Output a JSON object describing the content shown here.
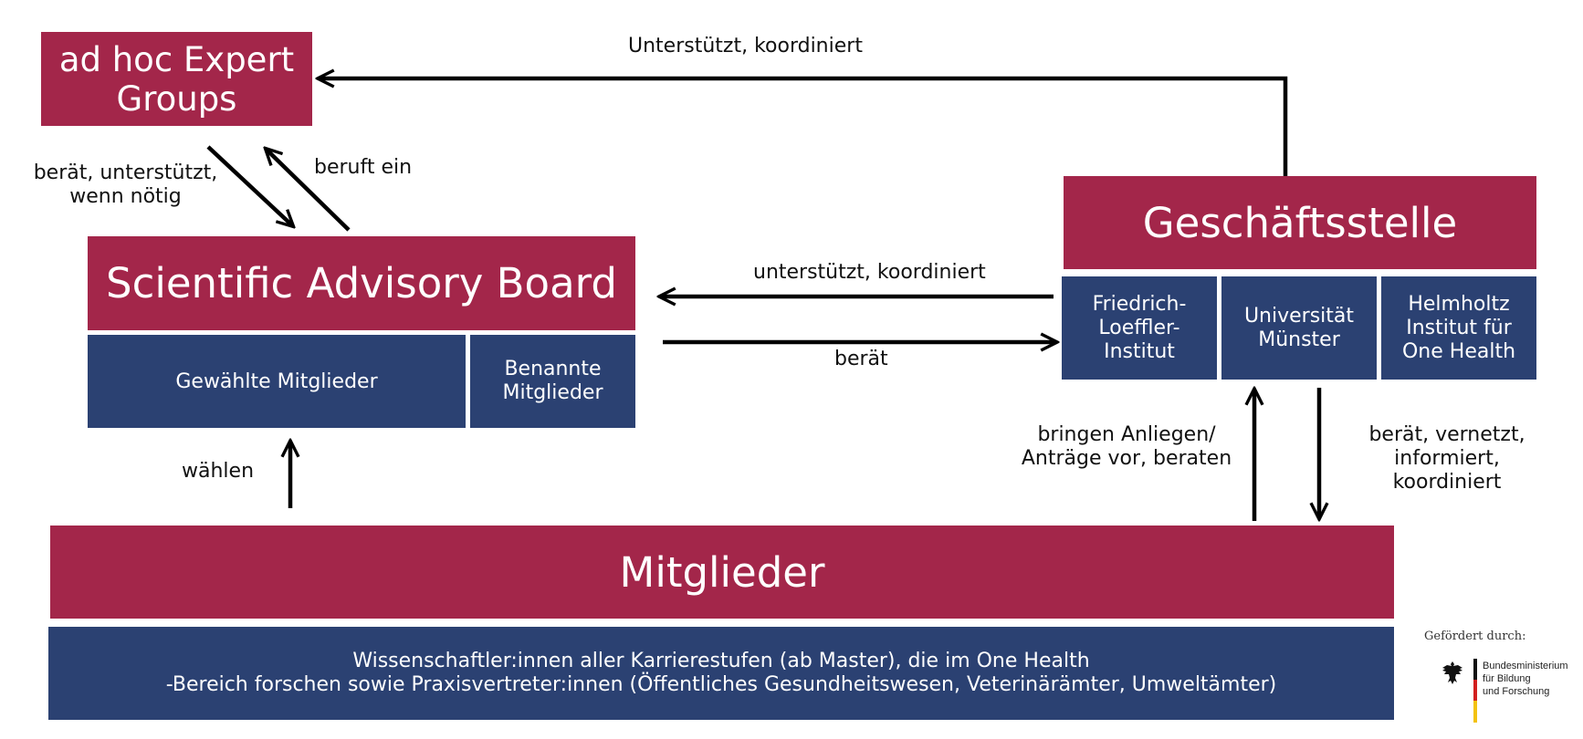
{
  "colors": {
    "red": "#a3264a",
    "blue": "#2b4172",
    "arrow": "#000000"
  },
  "boxes": {
    "ad_hoc": "ad hoc Expert\nGroups",
    "sab": "Scientific Advisory Board",
    "gewaehlte": "Gewählte Mitglieder",
    "benannte": "Benannte\nMitglieder",
    "geschaeftsstelle": "Geschäftsstelle",
    "fli": "Friedrich-\nLoeffler-\nInstitut",
    "muenster": "Universität\nMünster",
    "helmholtz": "Helmholtz\nInstitut für\nOne Health",
    "mitglieder": "Mitglieder",
    "mitglieder_desc": "Wissenschaftler:innen aller Karrierestufen (ab Master), die im One Health\n-Bereich forschen sowie Praxisvertreter:innen (Öffentliches Gesundheitswesen, Veterinärämter, Umweltämter)"
  },
  "labels": {
    "unterstuetzt_top": "Unterstützt, koordiniert",
    "beraet_unterstuetzt": "berät, unterstützt,\nwenn nötig",
    "beruft_ein": "beruft ein",
    "unterstuetzt_mid": "unterstützt, koordiniert",
    "beraet": "berät",
    "waehlen": "wählen",
    "bringen": "bringen Anliegen/\nAnträge vor, beraten",
    "beraet_vernetzt": "berät, vernetzt,\ninformiert,\nkoordiniert"
  },
  "funder": {
    "caption": "Gefördert durch:",
    "name": "Bundesministerium\nfür Bildung\nund Forschung",
    "icon": "federal-eagle-icon"
  }
}
